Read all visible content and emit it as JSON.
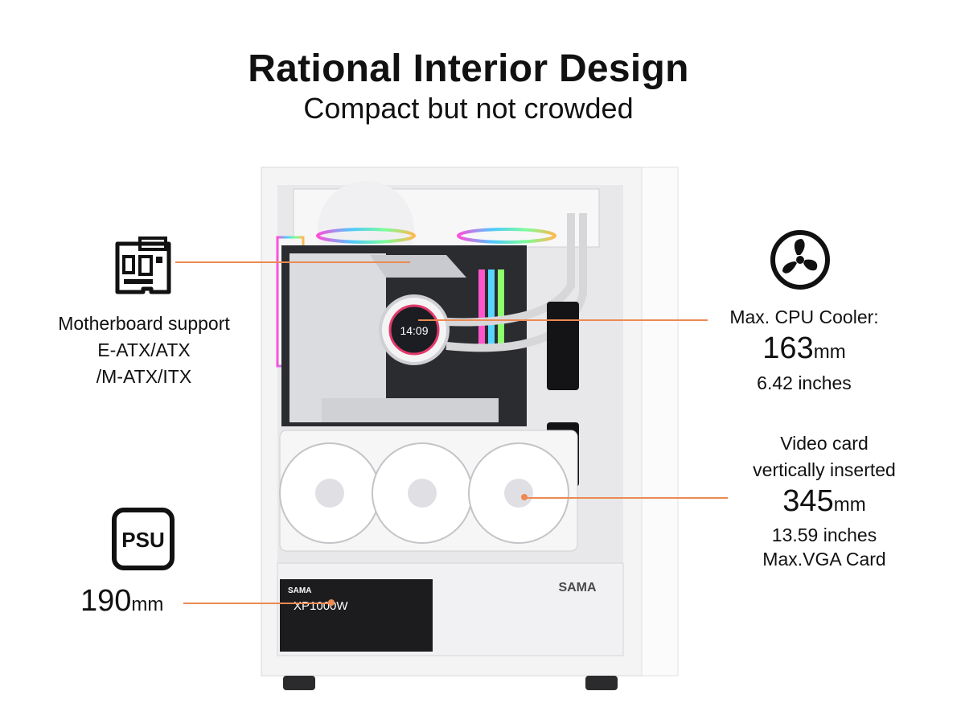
{
  "heading": {
    "title": "Rational Interior Design",
    "subtitle": "Compact but not crowded"
  },
  "motherboard": {
    "icon": "motherboard-icon",
    "lines": [
      "Motherboard support",
      "E-ATX/ATX",
      "/M-ATX/ITX"
    ]
  },
  "cpu_cooler": {
    "icon": "fan-icon",
    "label": "Max. CPU Cooler:",
    "value": "163",
    "unit": "mm",
    "inches": "6.42 inches"
  },
  "video_card": {
    "line1": "Video card",
    "line2": "vertically inserted",
    "value": "345",
    "unit": "mm",
    "inches": "13.59 inches",
    "note": "Max.VGA Card"
  },
  "psu": {
    "icon_text": "PSU",
    "value": "190",
    "unit": "mm"
  },
  "case": {
    "brand": "SAMA",
    "psu_brand": "SAMA",
    "psu_model": "XP1000W",
    "aio_time": "14:09"
  },
  "colors": {
    "accent": "#ec8a52",
    "case_white": "#f2f2f2",
    "board_dark": "#2a2c30"
  }
}
